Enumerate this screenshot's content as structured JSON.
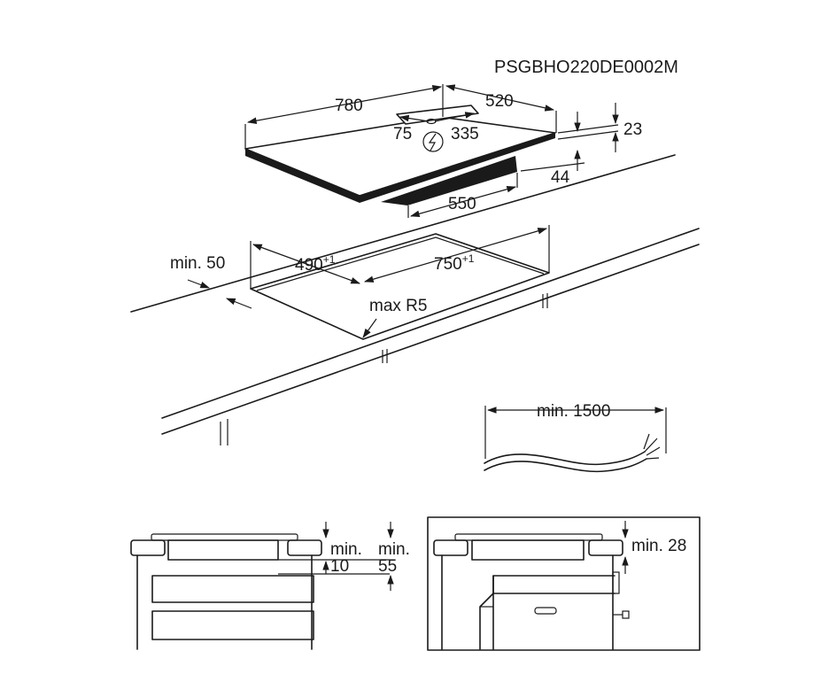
{
  "diagram": {
    "code": "PSGBHO220DE0002M",
    "hob": {
      "width": "780",
      "depth": "520",
      "height_top": "23",
      "depth_under": "44",
      "width_under": "550",
      "conn_left": "75",
      "conn_right": "335"
    },
    "cutout": {
      "depth": "490",
      "depth_tol": "+1",
      "width": "750",
      "width_tol": "+1",
      "radius": "max R5",
      "front_min": "min. 50"
    },
    "cable": {
      "length": "min. 1500"
    },
    "install_left": {
      "label_a_line1": "min.",
      "label_a_line2": "10",
      "label_b_line1": "min.",
      "label_b_line2": "55"
    },
    "install_right": {
      "label": "min. 28"
    }
  },
  "colors": {
    "line": "#1a1a1a",
    "hob_fill": "#1a1a1a"
  },
  "icons": {
    "electric": "lightning-circle-icon"
  }
}
